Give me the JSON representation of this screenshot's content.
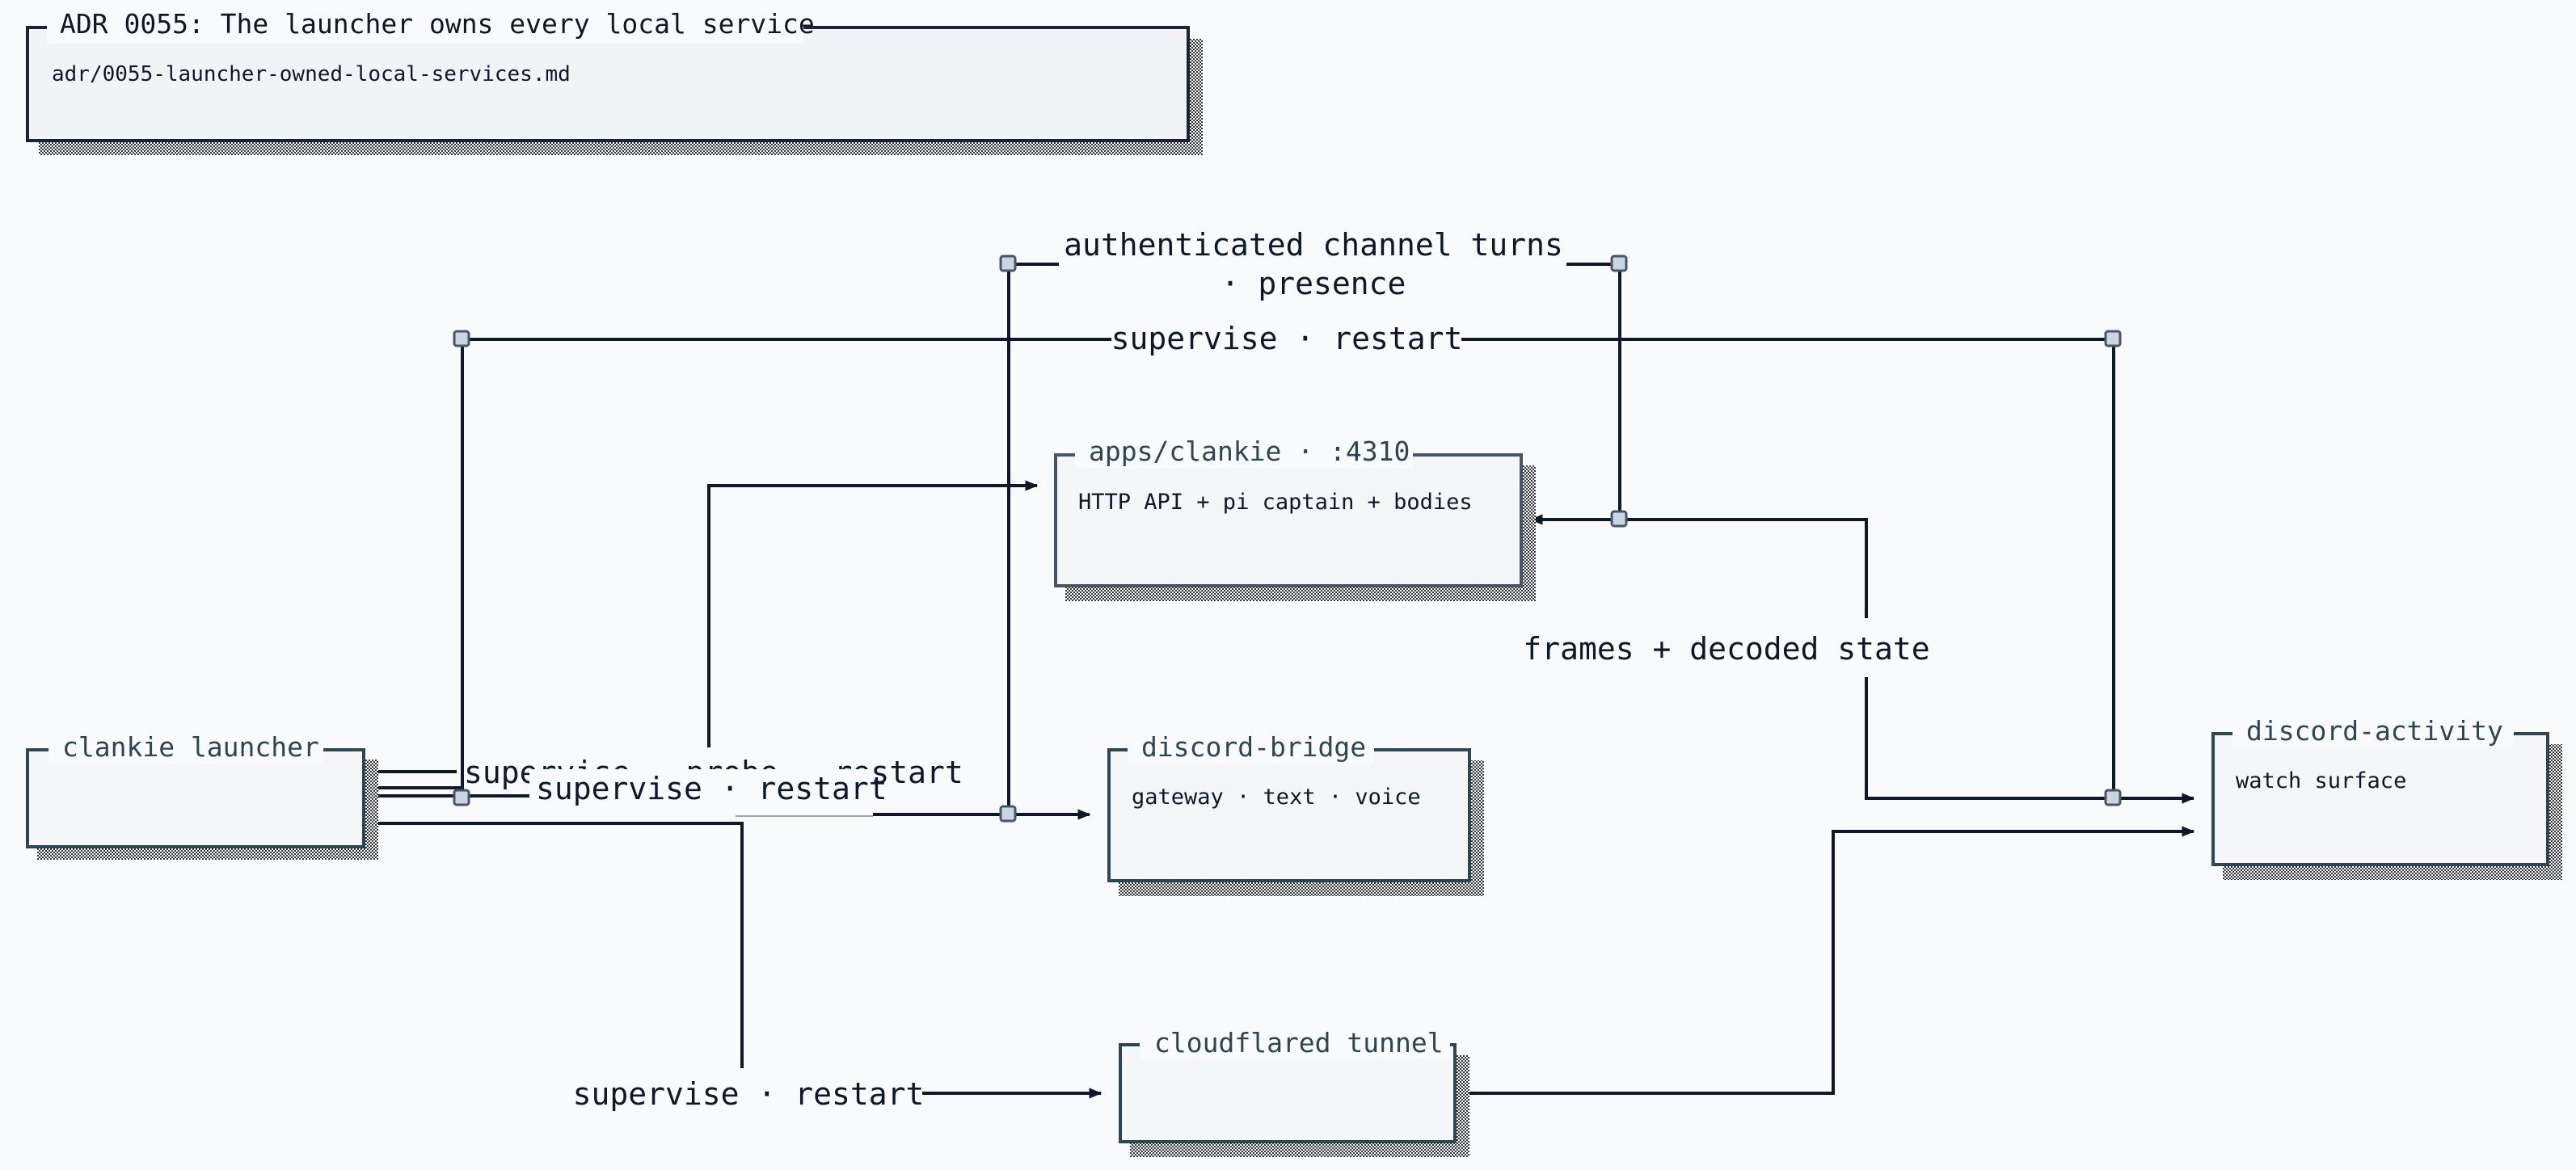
{
  "header": {
    "title": "ADR 0055: The launcher owns every local service",
    "path": "adr/0055-launcher-owned-local-services.md"
  },
  "nodes": {
    "launcher": {
      "title": "clankie launcher",
      "body": ""
    },
    "clankie": {
      "title": "apps/clankie · :4310",
      "body": "HTTP API + pi captain + bodies"
    },
    "bridge": {
      "title": "discord-bridge",
      "body": "gateway · text · voice"
    },
    "tunnel": {
      "title": "cloudflared tunnel",
      "body": ""
    },
    "activity": {
      "title": "discord-activity",
      "body": "watch surface"
    }
  },
  "edges": {
    "auth_line1": "authenticated channel turns",
    "auth_line2": "· presence",
    "supervise_restart_top": "supervise · restart",
    "supervise_probe_restart": "supervise · probe · restart",
    "supervise_restart_mid": "supervise · restart",
    "frames_state": "frames + decoded state",
    "supervise_restart_bottom": "supervise · restart"
  },
  "colors": {
    "background": "#f8fafc",
    "ink": "#0f172a",
    "node_border": "#2d4654",
    "clankie_border": "#475569",
    "handle_fill": "#cbd5e1"
  }
}
